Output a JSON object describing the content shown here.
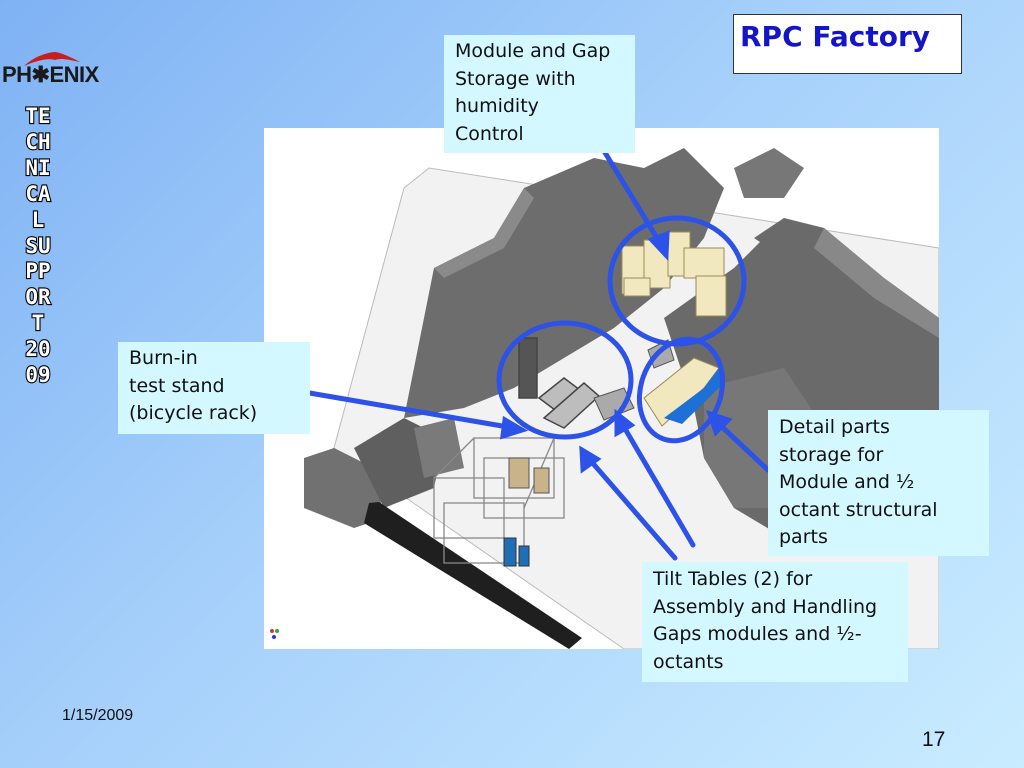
{
  "slide": {
    "title": "RPC Factory",
    "logo_text": "PH✱ENIX",
    "vertical_text": "TECHNICAL SUPPORT 2009",
    "date": "1/15/2009",
    "page_number": "17"
  },
  "callouts": {
    "module_storage": "Module and Gap\nStorage with\nhumidity\nControl",
    "burn_in": "Burn-in\ntest stand\n(bicycle rack)",
    "detail_parts": "Detail parts\nstorage for\nModule and ½\noctant structural\nparts",
    "tilt_tables": "Tilt Tables (2) for\nAssembly and Handling\nGaps modules and ½-\noctants"
  },
  "colors": {
    "callout_bg": "#d4f8ff",
    "annotation_blue": "#2c52e8",
    "title_blue": "#1515c8"
  }
}
